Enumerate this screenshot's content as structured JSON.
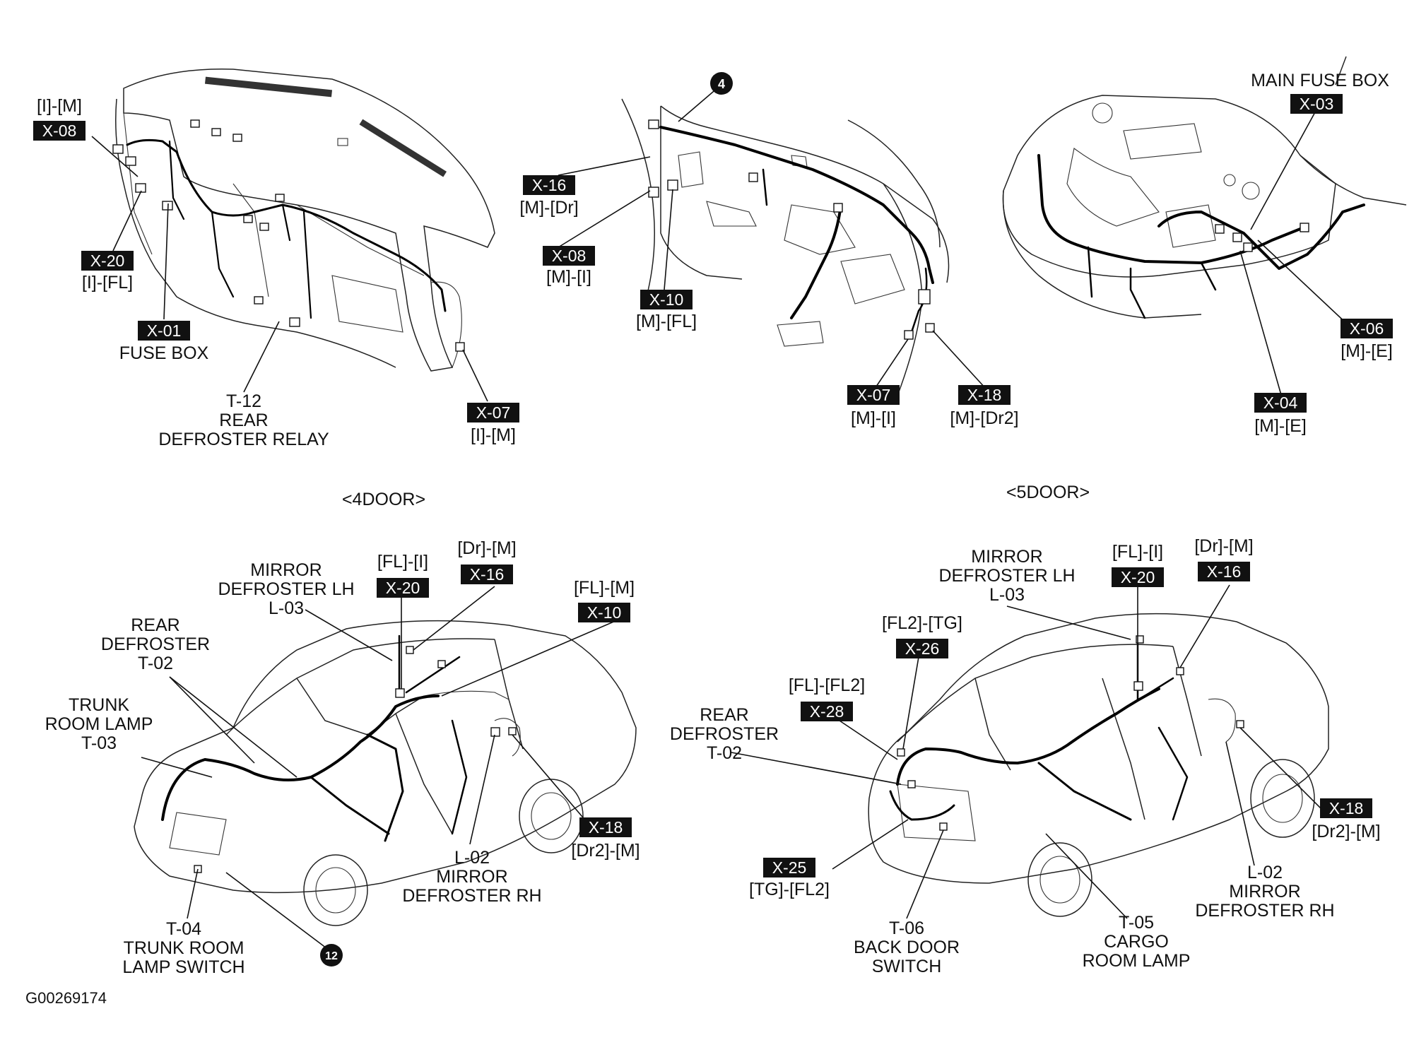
{
  "diagram": {
    "figure_code": "G00269174",
    "variant_labels": [
      "<4DOOR>",
      "<5DOOR>"
    ],
    "dashboard": {
      "tags": [
        "X-08",
        "X-20",
        "X-01",
        "X-07"
      ],
      "labels": [
        "[I]-[M]",
        "[I]-[FL]",
        "FUSE BOX",
        "T-12",
        "REAR",
        "DEFROSTER RELAY",
        "[I]-[M]"
      ]
    },
    "floor": {
      "badge": "4",
      "tags": [
        "X-16",
        "X-08",
        "X-10",
        "X-07",
        "X-18"
      ],
      "labels": [
        "[M]-[Dr]",
        "[M]-[I]",
        "[M]-[FL]",
        "[M]-[I]",
        "[M]-[Dr2]"
      ]
    },
    "engine": {
      "tags": [
        "X-03",
        "X-06",
        "X-04"
      ],
      "labels": [
        "MAIN FUSE BOX",
        "[M]-[E]",
        "[M]-[E]"
      ]
    },
    "sedan": {
      "badge": "12",
      "tags": [
        "X-20",
        "X-16",
        "X-10",
        "X-18"
      ],
      "labels": [
        "MIRROR",
        "DEFROSTER LH",
        "L-03",
        "[FL]-[I]",
        "[Dr]-[M]",
        "[FL]-[M]",
        "REAR",
        "DEFROSTER",
        "T-02",
        "TRUNK",
        "ROOM LAMP",
        "T-03",
        "[Dr2]-[M]",
        "L-02",
        "MIRROR",
        "DEFROSTER RH",
        "T-04",
        "TRUNK ROOM",
        "LAMP SWITCH"
      ]
    },
    "hatch": {
      "tags": [
        "X-20",
        "X-16",
        "X-26",
        "X-28",
        "X-18",
        "X-25"
      ],
      "labels": [
        "MIRROR",
        "DEFROSTER LH",
        "L-03",
        "[FL]-[I]",
        "[Dr]-[M]",
        "[FL2]-[TG]",
        "[FL]-[FL2]",
        "REAR",
        "DEFROSTER",
        "T-02",
        "[Dr2]-[M]",
        "[TG]-[FL2]",
        "L-02",
        "MIRROR",
        "DEFROSTER RH",
        "T-06",
        "BACK DOOR",
        "SWITCH",
        "T-05",
        "CARGO",
        "ROOM LAMP"
      ]
    }
  }
}
